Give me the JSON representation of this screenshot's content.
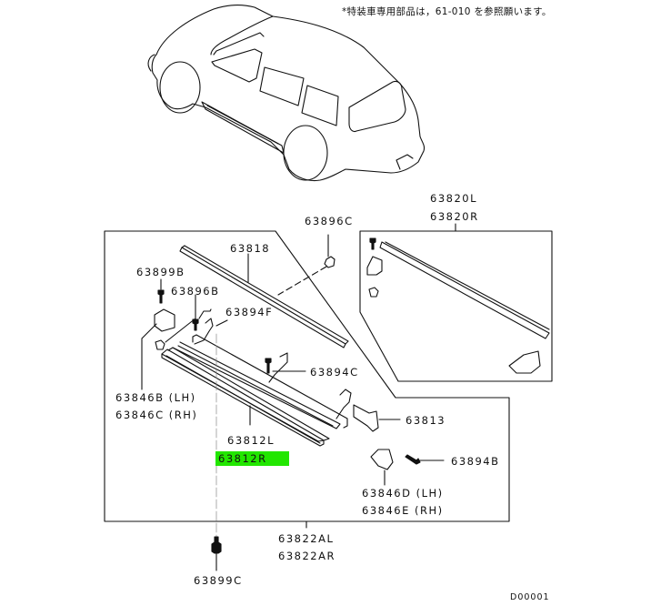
{
  "note": "*特装車専用部品は，61-010 を参照願います。",
  "diagram_code": "D00001",
  "highlight_color": "#22e600",
  "parts": {
    "p63896C": "63896C",
    "p63818": "63818",
    "p63899B": "63899B",
    "p63896B": "63896B",
    "p63894F": "63894F",
    "p63894C": "63894C",
    "p63846B": "63846B (LH)",
    "p63846C": "63846C (RH)",
    "p63812L": "63812L",
    "p63812R": "63812R",
    "p63813": "63813",
    "p63894B": "63894B",
    "p63846D": "63846D (LH)",
    "p63846E": "63846E (RH)",
    "p63822AL": "63822AL",
    "p63822AR": "63822AR",
    "p63899C": "63899C",
    "p63820L": "63820L",
    "p63820R": "63820R"
  },
  "highlighted_part": "63812R"
}
